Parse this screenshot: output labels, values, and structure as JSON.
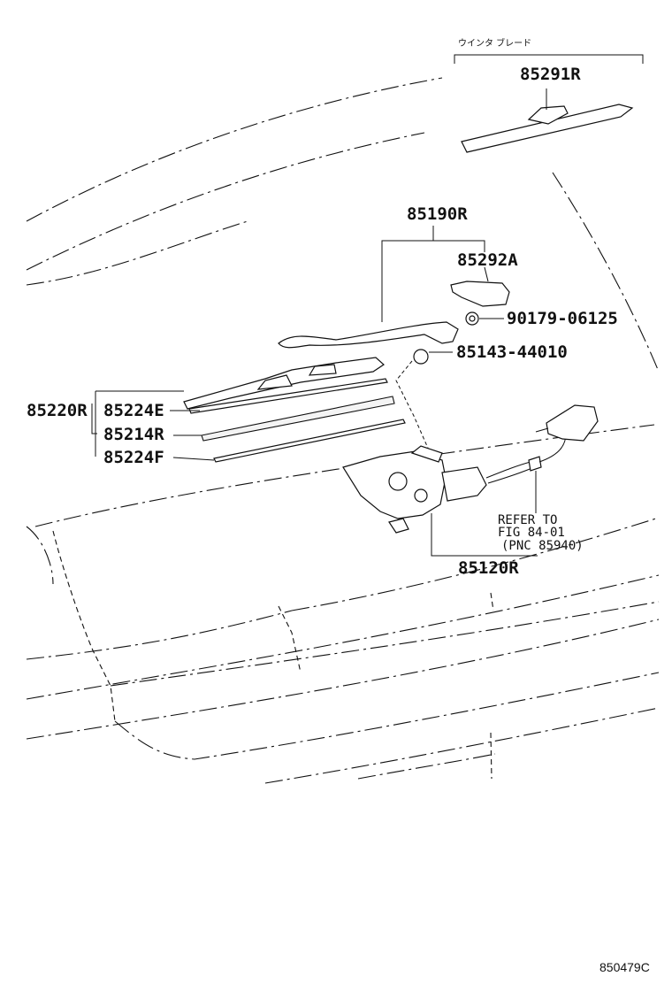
{
  "diagram": {
    "blade_caption": "ウインタ ブレード",
    "figure_id": "850479C",
    "refer_note": {
      "line1": "REFER TO",
      "line2": "FIG 84-01",
      "line3": "(PNC 85940)"
    },
    "parts": {
      "winter_blade": "85291R",
      "arm_assy": "85190R",
      "arm_cover": "85292A",
      "nut": "90179-06125",
      "cap": "85143-44010",
      "blade_assy": "85220R",
      "blade_rubber_e": "85224E",
      "blade_rubber_r": "85214R",
      "blade_rubber_f": "85224F",
      "motor_assy": "85120R"
    }
  }
}
